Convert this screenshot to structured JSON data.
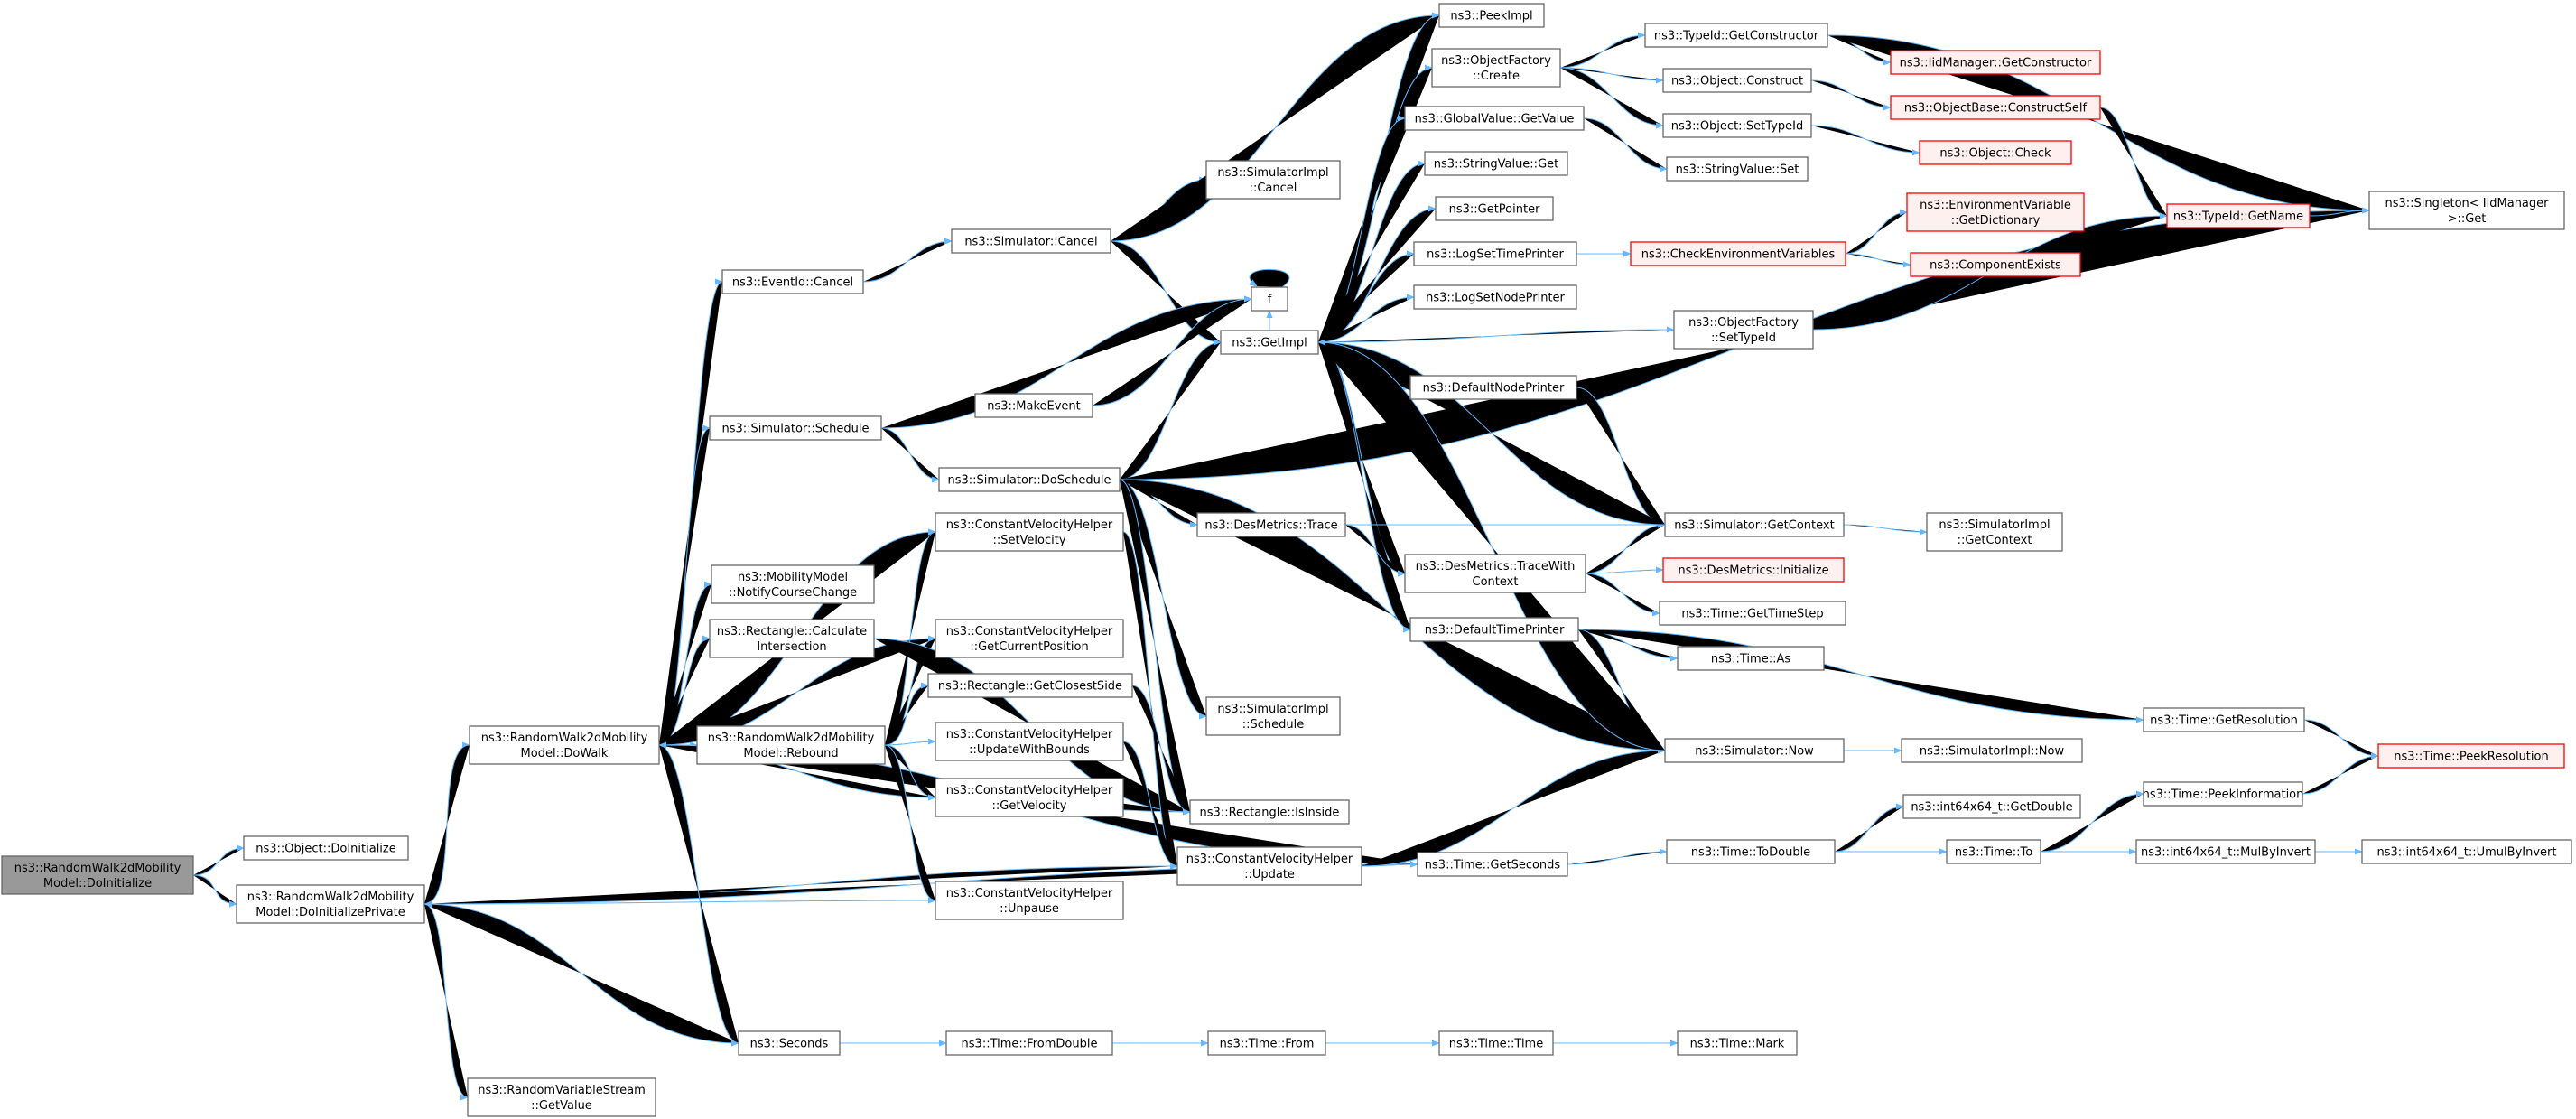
{
  "colors": {
    "edge": "#63b8ff",
    "node_border": "#666666",
    "node_fill": "#ffffff",
    "root_fill": "#999999",
    "truncated_border": "#ff0000",
    "truncated_fill": "#fff0f0"
  },
  "nodes": [
    {
      "id": "root",
      "lines": [
        "ns3::RandomWalk2dMobility",
        "Model::DoInitialize"
      ],
      "kind": "root"
    },
    {
      "id": "obj_doinit",
      "lines": [
        "ns3::Object::DoInitialize"
      ]
    },
    {
      "id": "doinitpriv",
      "lines": [
        "ns3::RandomWalk2dMobility",
        "Model::DoInitializePrivate"
      ]
    },
    {
      "id": "dowalk",
      "lines": [
        "ns3::RandomWalk2dMobility",
        "Model::DoWalk"
      ]
    },
    {
      "id": "rvs_getvalue",
      "lines": [
        "ns3::RandomVariableStream",
        "::GetValue"
      ]
    },
    {
      "id": "seconds",
      "lines": [
        "ns3::Seconds"
      ]
    },
    {
      "id": "eventid_cancel",
      "lines": [
        "ns3::EventId::Cancel"
      ]
    },
    {
      "id": "sim_schedule",
      "lines": [
        "ns3::Simulator::Schedule"
      ]
    },
    {
      "id": "notify",
      "lines": [
        "ns3::MobilityModel",
        "::NotifyCourseChange"
      ]
    },
    {
      "id": "calcint",
      "lines": [
        "ns3::Rectangle::Calculate",
        "Intersection"
      ]
    },
    {
      "id": "rebound",
      "lines": [
        "ns3::RandomWalk2dMobility",
        "Model::Rebound"
      ]
    },
    {
      "id": "sim_cancel",
      "lines": [
        "ns3::Simulator::Cancel"
      ]
    },
    {
      "id": "makeevent",
      "lines": [
        "ns3::MakeEvent"
      ]
    },
    {
      "id": "sim_dosched",
      "lines": [
        "ns3::Simulator::DoSchedule"
      ]
    },
    {
      "id": "cvh_setvel",
      "lines": [
        "ns3::ConstantVelocityHelper",
        "::SetVelocity"
      ]
    },
    {
      "id": "cvh_getpos",
      "lines": [
        "ns3::ConstantVelocityHelper",
        "::GetCurrentPosition"
      ]
    },
    {
      "id": "rect_closest",
      "lines": [
        "ns3::Rectangle::GetClosestSide"
      ]
    },
    {
      "id": "cvh_updbounds",
      "lines": [
        "ns3::ConstantVelocityHelper",
        "::UpdateWithBounds"
      ]
    },
    {
      "id": "cvh_getvel",
      "lines": [
        "ns3::ConstantVelocityHelper",
        "::GetVelocity"
      ]
    },
    {
      "id": "cvh_unpause",
      "lines": [
        "ns3::ConstantVelocityHelper",
        "::Unpause"
      ]
    },
    {
      "id": "time_fromdouble",
      "lines": [
        "ns3::Time::FromDouble"
      ]
    },
    {
      "id": "simimpl_cancel",
      "lines": [
        "ns3::SimulatorImpl",
        "::Cancel"
      ]
    },
    {
      "id": "f",
      "lines": [
        "f"
      ]
    },
    {
      "id": "getimpl",
      "lines": [
        "ns3::GetImpl"
      ]
    },
    {
      "id": "desm_trace",
      "lines": [
        "ns3::DesMetrics::Trace"
      ]
    },
    {
      "id": "simimpl_sched",
      "lines": [
        "ns3::SimulatorImpl",
        "::Schedule"
      ]
    },
    {
      "id": "rect_isinside",
      "lines": [
        "ns3::Rectangle::IsInside"
      ]
    },
    {
      "id": "cvh_update",
      "lines": [
        "ns3::ConstantVelocityHelper",
        "::Update"
      ]
    },
    {
      "id": "time_from",
      "lines": [
        "ns3::Time::From"
      ]
    },
    {
      "id": "peekimpl",
      "lines": [
        "ns3::PeekImpl"
      ]
    },
    {
      "id": "objfac_create",
      "lines": [
        "ns3::ObjectFactory",
        "::Create"
      ]
    },
    {
      "id": "gv_getvalue",
      "lines": [
        "ns3::GlobalValue::GetValue"
      ]
    },
    {
      "id": "sv_get",
      "lines": [
        "ns3::StringValue::Get"
      ]
    },
    {
      "id": "getpointer",
      "lines": [
        "ns3::GetPointer"
      ]
    },
    {
      "id": "logsettime",
      "lines": [
        "ns3::LogSetTimePrinter"
      ]
    },
    {
      "id": "logsetnode",
      "lines": [
        "ns3::LogSetNodePrinter"
      ]
    },
    {
      "id": "defnodeprinter",
      "lines": [
        "ns3::DefaultNodePrinter"
      ]
    },
    {
      "id": "desm_tracewith",
      "lines": [
        "ns3::DesMetrics::TraceWith",
        "Context"
      ]
    },
    {
      "id": "deftimeprinter",
      "lines": [
        "ns3::DefaultTimePrinter"
      ]
    },
    {
      "id": "time_getseconds",
      "lines": [
        "ns3::Time::GetSeconds"
      ]
    },
    {
      "id": "time_time",
      "lines": [
        "ns3::Time::Time"
      ]
    },
    {
      "id": "typeid_getctor",
      "lines": [
        "ns3::TypeId::GetConstructor"
      ]
    },
    {
      "id": "obj_construct",
      "lines": [
        "ns3::Object::Construct"
      ]
    },
    {
      "id": "obj_settypeid",
      "lines": [
        "ns3::Object::SetTypeId"
      ]
    },
    {
      "id": "sv_set",
      "lines": [
        "ns3::StringValue::Set"
      ]
    },
    {
      "id": "checkenv",
      "lines": [
        "ns3::CheckEnvironmentVariables"
      ],
      "kind": "truncated"
    },
    {
      "id": "objfac_settypeid",
      "lines": [
        "ns3::ObjectFactory",
        "::SetTypeId"
      ]
    },
    {
      "id": "sim_getctx",
      "lines": [
        "ns3::Simulator::GetContext"
      ]
    },
    {
      "id": "desm_init",
      "lines": [
        "ns3::DesMetrics::Initialize"
      ],
      "kind": "truncated"
    },
    {
      "id": "time_gettimestep",
      "lines": [
        "ns3::Time::GetTimeStep"
      ]
    },
    {
      "id": "time_as",
      "lines": [
        "ns3::Time::As"
      ]
    },
    {
      "id": "sim_now",
      "lines": [
        "ns3::Simulator::Now"
      ]
    },
    {
      "id": "time_todouble",
      "lines": [
        "ns3::Time::ToDouble"
      ]
    },
    {
      "id": "time_mark",
      "lines": [
        "ns3::Time::Mark"
      ]
    },
    {
      "id": "iidmgr_getctor",
      "lines": [
        "ns3::IidManager::GetConstructor"
      ],
      "kind": "truncated"
    },
    {
      "id": "objbase_cs",
      "lines": [
        "ns3::ObjectBase::ConstructSelf"
      ],
      "kind": "truncated"
    },
    {
      "id": "obj_check",
      "lines": [
        "ns3::Object::Check"
      ],
      "kind": "truncated"
    },
    {
      "id": "envvar_getdict",
      "lines": [
        "ns3::EnvironmentVariable",
        "::GetDictionary"
      ],
      "kind": "truncated"
    },
    {
      "id": "compexists",
      "lines": [
        "ns3::ComponentExists"
      ],
      "kind": "truncated"
    },
    {
      "id": "simimpl_getctx",
      "lines": [
        "ns3::SimulatorImpl",
        "::GetContext"
      ]
    },
    {
      "id": "time_getres",
      "lines": [
        "ns3::Time::GetResolution"
      ]
    },
    {
      "id": "simimpl_now",
      "lines": [
        "ns3::SimulatorImpl::Now"
      ]
    },
    {
      "id": "i64_getdouble",
      "lines": [
        "ns3::int64x64_t::GetDouble"
      ]
    },
    {
      "id": "time_to",
      "lines": [
        "ns3::Time::To"
      ]
    },
    {
      "id": "typeid_getname",
      "lines": [
        "ns3::TypeId::GetName"
      ],
      "kind": "truncated"
    },
    {
      "id": "time_peekinfo",
      "lines": [
        "ns3::Time::PeekInformation"
      ]
    },
    {
      "id": "i64_mulbyinv",
      "lines": [
        "ns3::int64x64_t::MulByInvert"
      ]
    },
    {
      "id": "singleton_get",
      "lines": [
        "ns3::Singleton< IidManager",
        " >::Get"
      ]
    },
    {
      "id": "time_peekres",
      "lines": [
        "ns3::Time::PeekResolution"
      ],
      "kind": "truncated"
    },
    {
      "id": "i64_umulbyinv",
      "lines": [
        "ns3::int64x64_t::UmulByInvert"
      ]
    }
  ],
  "edges": [
    [
      "root",
      "obj_doinit"
    ],
    [
      "root",
      "doinitpriv"
    ],
    [
      "doinitpriv",
      "dowalk"
    ],
    [
      "doinitpriv",
      "rvs_getvalue"
    ],
    [
      "doinitpriv",
      "seconds"
    ],
    [
      "doinitpriv",
      "cvh_unpause"
    ],
    [
      "doinitpriv",
      "cvh_update"
    ],
    [
      "doinitpriv",
      "time_getseconds"
    ],
    [
      "dowalk",
      "doinitpriv"
    ],
    [
      "dowalk",
      "eventid_cancel"
    ],
    [
      "dowalk",
      "sim_schedule"
    ],
    [
      "dowalk",
      "notify"
    ],
    [
      "dowalk",
      "calcint"
    ],
    [
      "dowalk",
      "rebound"
    ],
    [
      "dowalk",
      "cvh_setvel"
    ],
    [
      "dowalk",
      "cvh_getpos"
    ],
    [
      "dowalk",
      "cvh_getvel"
    ],
    [
      "dowalk",
      "rect_isinside"
    ],
    [
      "dowalk",
      "seconds"
    ],
    [
      "dowalk",
      "time_getseconds"
    ],
    [
      "rebound",
      "dowalk"
    ],
    [
      "rebound",
      "cvh_setvel"
    ],
    [
      "rebound",
      "cvh_getpos"
    ],
    [
      "rebound",
      "rect_closest"
    ],
    [
      "rebound",
      "cvh_updbounds"
    ],
    [
      "rebound",
      "cvh_getvel"
    ],
    [
      "rebound",
      "cvh_unpause"
    ],
    [
      "eventid_cancel",
      "sim_cancel"
    ],
    [
      "sim_cancel",
      "simimpl_cancel"
    ],
    [
      "sim_cancel",
      "getimpl"
    ],
    [
      "sim_cancel",
      "peekimpl"
    ],
    [
      "sim_schedule",
      "makeevent"
    ],
    [
      "sim_schedule",
      "sim_dosched"
    ],
    [
      "sim_schedule",
      "f"
    ],
    [
      "makeevent",
      "f"
    ],
    [
      "sim_dosched",
      "getimpl"
    ],
    [
      "sim_dosched",
      "desm_trace"
    ],
    [
      "sim_dosched",
      "simimpl_sched"
    ],
    [
      "sim_dosched",
      "sim_now"
    ],
    [
      "sim_dosched",
      "singleton_get"
    ],
    [
      "sim_dosched",
      "rect_isinside"
    ],
    [
      "calcint",
      "rect_isinside"
    ],
    [
      "cvh_setvel",
      "cvh_update"
    ],
    [
      "rect_closest",
      "rect_isinside"
    ],
    [
      "cvh_updbounds",
      "cvh_update"
    ],
    [
      "cvh_update",
      "sim_now"
    ],
    [
      "cvh_update",
      "time_getseconds"
    ],
    [
      "seconds",
      "time_fromdouble"
    ],
    [
      "time_fromdouble",
      "time_from"
    ],
    [
      "time_from",
      "time_time"
    ],
    [
      "time_time",
      "time_mark"
    ],
    [
      "f",
      "f"
    ],
    [
      "getimpl",
      "peekimpl"
    ],
    [
      "getimpl",
      "objfac_create"
    ],
    [
      "getimpl",
      "gv_getvalue"
    ],
    [
      "getimpl",
      "sv_get"
    ],
    [
      "getimpl",
      "getpointer"
    ],
    [
      "getimpl",
      "logsettime"
    ],
    [
      "getimpl",
      "logsetnode"
    ],
    [
      "getimpl",
      "defnodeprinter"
    ],
    [
      "getimpl",
      "desm_tracewith"
    ],
    [
      "getimpl",
      "deftimeprinter"
    ],
    [
      "getimpl",
      "objfac_settypeid"
    ],
    [
      "getimpl",
      "f"
    ],
    [
      "desm_trace",
      "sim_getctx"
    ],
    [
      "desm_trace",
      "desm_tracewith"
    ],
    [
      "desm_tracewith",
      "sim_getctx"
    ],
    [
      "desm_tracewith",
      "desm_init"
    ],
    [
      "desm_tracewith",
      "time_gettimestep"
    ],
    [
      "defnodeprinter",
      "sim_getctx"
    ],
    [
      "sim_getctx",
      "getimpl"
    ],
    [
      "sim_getctx",
      "simimpl_getctx"
    ],
    [
      "deftimeprinter",
      "time_as"
    ],
    [
      "deftimeprinter",
      "sim_now"
    ],
    [
      "deftimeprinter",
      "time_getres"
    ],
    [
      "sim_now",
      "getimpl"
    ],
    [
      "sim_now",
      "simimpl_now"
    ],
    [
      "time_getseconds",
      "time_todouble"
    ],
    [
      "time_todouble",
      "i64_getdouble"
    ],
    [
      "time_todouble",
      "time_to"
    ],
    [
      "time_to",
      "time_peekinfo"
    ],
    [
      "time_to",
      "i64_mulbyinv"
    ],
    [
      "i64_mulbyinv",
      "i64_umulbyinv"
    ],
    [
      "time_peekinfo",
      "time_peekres"
    ],
    [
      "time_getres",
      "time_peekres"
    ],
    [
      "objfac_create",
      "typeid_getctor"
    ],
    [
      "objfac_create",
      "obj_construct"
    ],
    [
      "objfac_create",
      "obj_settypeid"
    ],
    [
      "typeid_getctor",
      "iidmgr_getctor"
    ],
    [
      "typeid_getctor",
      "singleton_get"
    ],
    [
      "obj_construct",
      "objbase_cs"
    ],
    [
      "obj_settypeid",
      "obj_check"
    ],
    [
      "objbase_cs",
      "typeid_getname"
    ],
    [
      "gv_getvalue",
      "sv_set"
    ],
    [
      "logsettime",
      "checkenv"
    ],
    [
      "checkenv",
      "envvar_getdict"
    ],
    [
      "checkenv",
      "compexists"
    ],
    [
      "objfac_settypeid",
      "typeid_getname"
    ],
    [
      "typeid_getname",
      "singleton_get"
    ]
  ]
}
